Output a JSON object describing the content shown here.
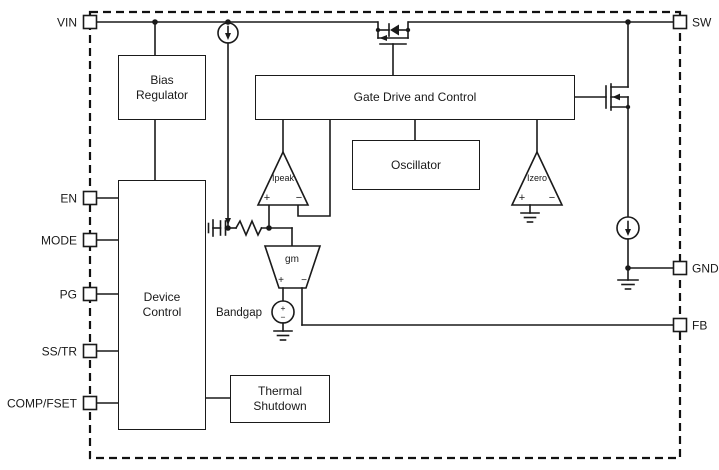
{
  "diagram": {
    "pins": {
      "vin": "VIN",
      "sw": "SW",
      "en": "EN",
      "mode": "MODE",
      "pg": "PG",
      "ss_tr": "SS/TR",
      "comp_fset": "COMP/FSET",
      "gnd": "GND",
      "fb": "FB"
    },
    "blocks": {
      "bias_regulator": "Bias Regulator",
      "device_control": "Device Control",
      "gate_drive": "Gate Drive and Control",
      "oscillator": "Oscillator",
      "thermal_shutdown": "Thermal Shutdown"
    },
    "analog": {
      "ipeak": "Ipeak",
      "izero": "Izero",
      "gm": "gm",
      "bandgap": "Bandgap",
      "plus": "+",
      "minus": "−"
    },
    "colors": {
      "line": "#1a1a1a",
      "background": "#ffffff"
    }
  }
}
